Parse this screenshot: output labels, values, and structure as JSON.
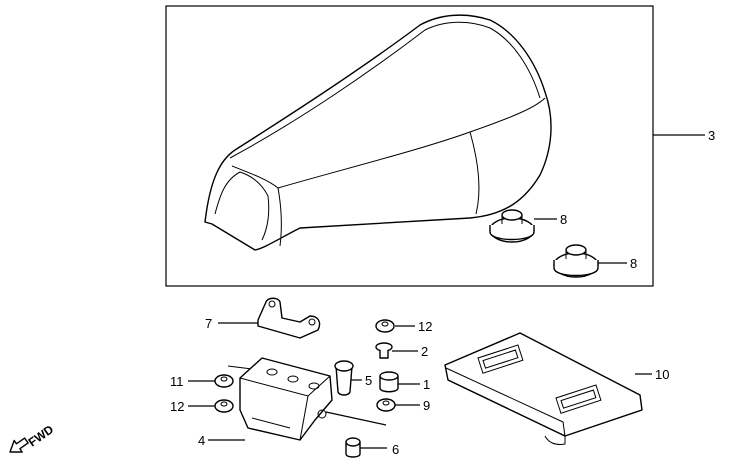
{
  "callouts": {
    "seat": "3",
    "cushion_upper": "8",
    "cushion_lower": "8",
    "bracket": "7",
    "nut_top": "12",
    "bolt": "2",
    "collar": "5",
    "rubber": "1",
    "washer_right": "9",
    "nut_left_upper": "11",
    "nut_left_lower": "12",
    "hinge": "4",
    "cap": "6",
    "pouch": "10"
  },
  "direction": {
    "label": "FWD"
  }
}
